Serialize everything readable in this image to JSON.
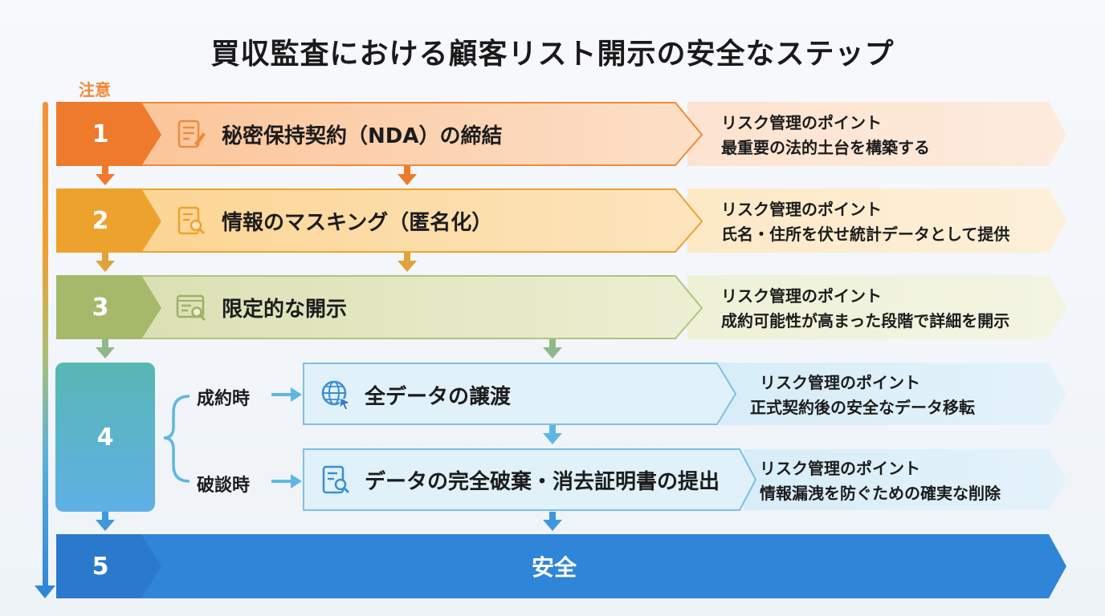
{
  "title": "買収監査における顧客リスト開示の安全なステップ",
  "caution_label": "注意",
  "steps": [
    {
      "number": "1",
      "text": "秘密保持契約（NDA）の締結",
      "icon": "document-pen-icon",
      "risk_title": "リスク管理のポイント",
      "risk_text": "最重要の法的土台を構築する"
    },
    {
      "number": "2",
      "text": "情報のマスキング（匿名化）",
      "icon": "document-search-icon",
      "risk_title": "リスク管理のポイント",
      "risk_text": "氏名・住所を伏せ統計データとして提供"
    },
    {
      "number": "3",
      "text": "限定的な開示",
      "icon": "window-search-icon",
      "risk_title": "リスク管理のポイント",
      "risk_text": "成約可能性が高まった段階で詳細を開示"
    }
  ],
  "step4": {
    "number": "4",
    "branches": [
      {
        "label": "成約時",
        "text": "全データの譲渡",
        "icon": "globe-cursor-icon",
        "risk_title": "リスク管理のポイント",
        "risk_text": "正式契約後の安全なデータ移転"
      },
      {
        "label": "破談時",
        "text": "データの完全破棄・消去証明書の提出",
        "icon": "document-search-icon",
        "risk_title": "リスク管理のポイント",
        "risk_text": "情報漏洩を防ぐための確実な削除"
      }
    ]
  },
  "step5": {
    "number": "5",
    "text": "安全"
  },
  "colors": {
    "step1": "#ee7a2c",
    "step2": "#eda22e",
    "step3": "#a6b96a",
    "step4": "#5fb6e4",
    "step5": "#2f86d8"
  }
}
